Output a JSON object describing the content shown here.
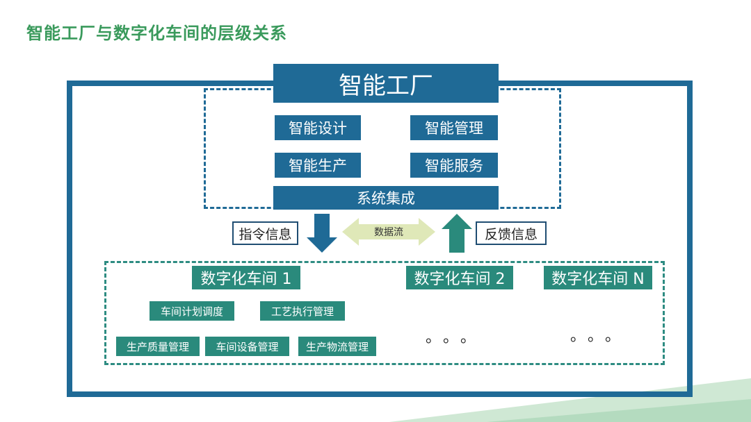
{
  "title": "智能工厂与数字化车间的层级关系",
  "factory": {
    "title": "智能工厂",
    "modules": [
      "智能设计",
      "智能管理",
      "智能生产",
      "智能服务"
    ],
    "integration": "系统集成"
  },
  "flows": {
    "command": "指令信息",
    "data": "数据流",
    "feedback": "反馈信息"
  },
  "workshops": {
    "w1": "数字化车间 1",
    "w2": "数字化车间 2",
    "wn": "数字化车间 N",
    "systems_row1": [
      "车间计划调度",
      "工艺执行管理"
    ],
    "systems_row2": [
      "生产质量管理",
      "车间设备管理",
      "生产物流管理"
    ],
    "ellipsis": "。。。"
  },
  "colors": {
    "title_green": "#3a9a5c",
    "factory_blue": "#1f6a96",
    "workshop_teal": "#2a8a7c",
    "dataflow_arrow": "#dfe8b8",
    "deco_green": "#bfe0c8"
  }
}
